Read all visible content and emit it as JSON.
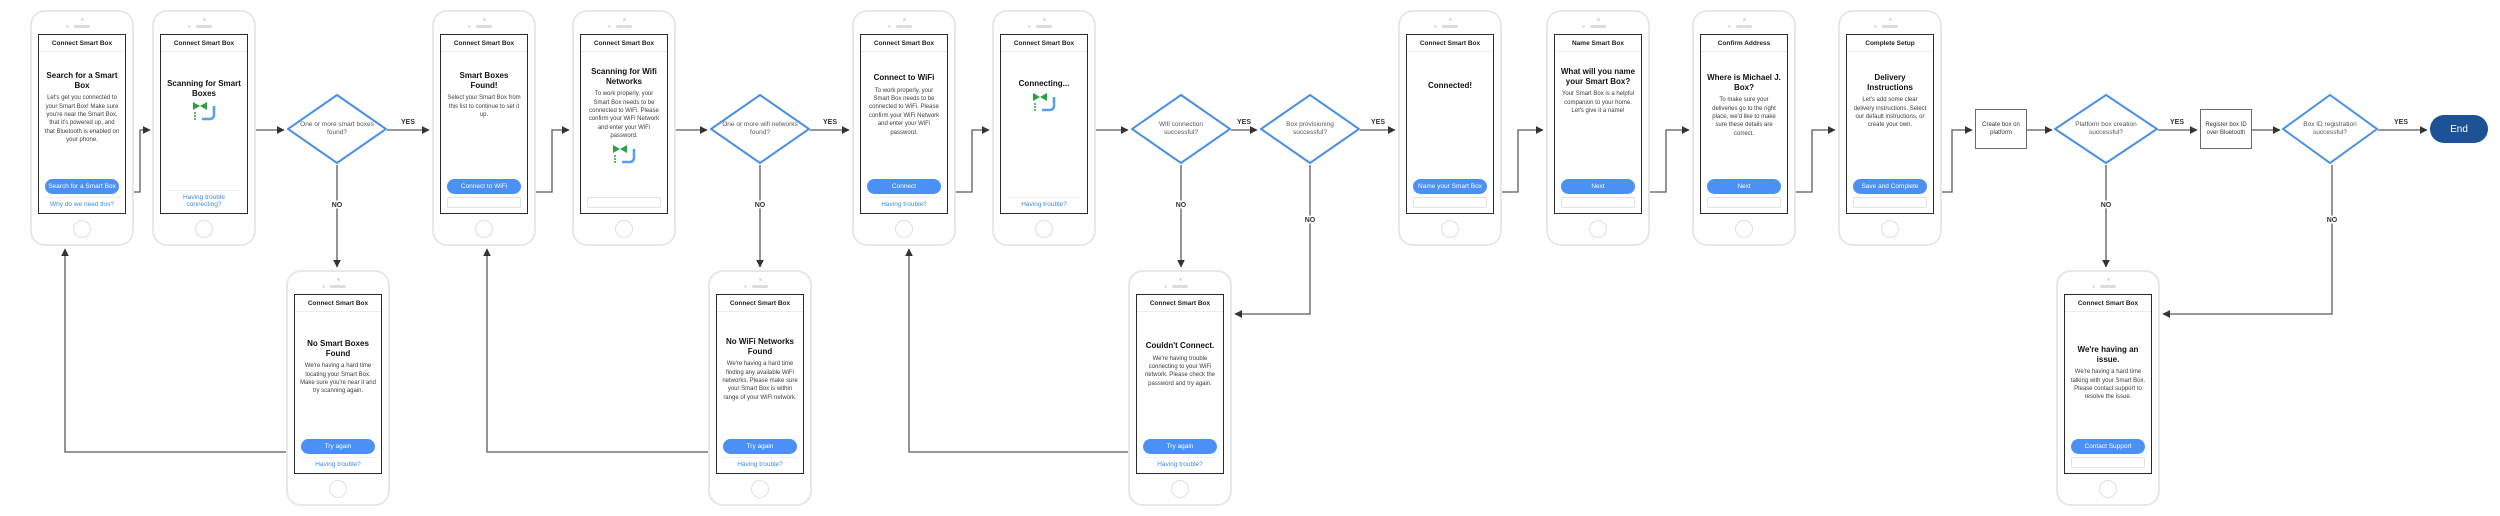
{
  "flow": {
    "yes_label": "YES",
    "no_label": "NO",
    "end_label": "End"
  },
  "colors": {
    "primary_button_blue": "#4a90f5",
    "link_blue": "#3f8ae0",
    "diamond_stroke_blue": "#4a90e2",
    "end_node_blue": "#1d5296",
    "icon_green": "#2e9e44",
    "icon_blue": "#5aa0e8"
  },
  "phones": [
    {
      "id": "search",
      "header": "Connect Smart Box",
      "title": "Search for a Smart Box",
      "body": "Let's get you connected to your Smart Box! Make sure you're near the Smart Box, that it's powered up, and that Bluetooth is enabled on your phone.",
      "button": "Search for a Smart Box",
      "link": "Why do we need this?"
    },
    {
      "id": "scanning-box",
      "header": "Connect Smart Box",
      "title": "Scanning for Smart Boxes",
      "icon": "smartbox-logo",
      "link": "Having trouble connecting?"
    },
    {
      "id": "boxes-found",
      "header": "Connect Smart Box",
      "title": "Smart Boxes Found!",
      "body": "Select your Smart Box from this list to continue to set it up.",
      "button": "Connect to WiFi",
      "input": true
    },
    {
      "id": "scanning-wifi",
      "header": "Connect Smart Box",
      "title": "Scanning for Wifi Networks",
      "body": "To work properly, your Smart Box needs to be connected to WiFi. Please confirm your WiFi Network and enter your WiFi password.",
      "icon": "smartbox-logo",
      "input": true
    },
    {
      "id": "connect-wifi",
      "header": "Connect Smart Box",
      "title": "Connect to WiFi",
      "body": "To work properly, your Smart Box needs to be connected to WiFi. Please confirm your WiFi Network and enter your WiFi password.",
      "button": "Connect",
      "link": "Having trouble?"
    },
    {
      "id": "connecting",
      "header": "Connect Smart Box",
      "title": "Connecting...",
      "icon": "smartbox-logo",
      "link": "Having trouble?"
    },
    {
      "id": "connected",
      "header": "Connect Smart Box",
      "title": "Connected!",
      "button": "Name your Smart Box",
      "input": true
    },
    {
      "id": "name-box",
      "header": "Name Smart Box",
      "title": "What will you name your Smart Box?",
      "body": "Your Smart Box is a helpful companion to your home. Let's give it a name!",
      "button": "Next",
      "input": true
    },
    {
      "id": "confirm-address",
      "header": "Confirm Address",
      "title": "Where is Michael J. Box?",
      "body": "To make sure your deliveries go to the right place, we'd like to make sure these details are correct.",
      "button": "Next",
      "input": true
    },
    {
      "id": "delivery",
      "header": "Complete Setup",
      "title": "Delivery Instructions",
      "body": "Let's add some clear delivery instructions. Select our default instructions, or create your own.",
      "button": "Save and Complete",
      "input": true
    },
    {
      "id": "no-boxes",
      "header": "Connect Smart Box",
      "title": "No Smart Boxes Found",
      "body": "We're having a hard time locating your Smart Box. Make sure you're near it and try scanning again.",
      "button": "Try again",
      "link": "Having trouble?"
    },
    {
      "id": "no-wifi",
      "header": "Connect Smart Box",
      "title": "No WiFi Networks Found",
      "body": "We're having a hard time finding any available WiFi networks. Please make sure your Smart Box is within range of your WiFi network.",
      "button": "Try again",
      "link": "Having trouble?"
    },
    {
      "id": "couldnt-connect",
      "header": "Connect Smart Box",
      "title": "Couldn't Connect.",
      "body": "We're having trouble connecting to your WiFi network. Please check the password and try again.",
      "button": "Try again",
      "link": "Having trouble?"
    },
    {
      "id": "having-issue",
      "header": "Connect Smart Box",
      "title": "We're having an issue.",
      "body": "We're having a hard time talking with your Smart Box. Please contact support to resolve the issue.",
      "button": "Contact Support",
      "input": true
    }
  ],
  "decisions": [
    {
      "id": "d-boxes-found",
      "label": "One or more smart boxes found?"
    },
    {
      "id": "d-wifi-found",
      "label": "One or more wifi networks found?"
    },
    {
      "id": "d-wifi-ok",
      "label": "Wifi connection successful?"
    },
    {
      "id": "d-provision-ok",
      "label": "Box provisioning successful?"
    },
    {
      "id": "d-platform-ok",
      "label": "Platform box creation successful?"
    },
    {
      "id": "d-boxid-ok",
      "label": "Box ID registration successful?"
    }
  ],
  "processes": [
    {
      "id": "create-box",
      "label": "Create box on platform"
    },
    {
      "id": "register-boxid",
      "label": "Register box ID over Bluetooth"
    }
  ]
}
